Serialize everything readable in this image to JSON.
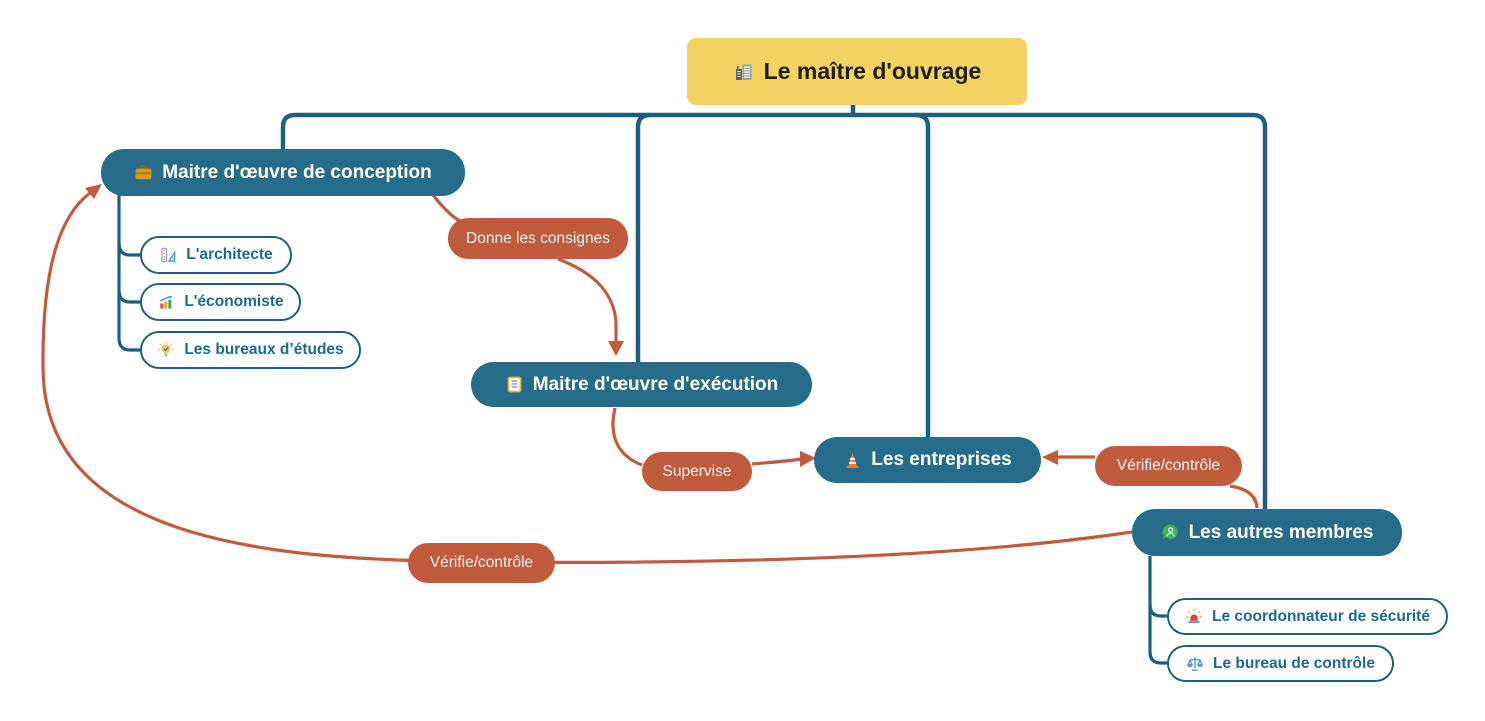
{
  "palette": {
    "root_fill": "#f3d263",
    "root_text": "#1f1e19",
    "branch_fill": "#276c8a",
    "branch_text": "#ffffff",
    "leaf_border": "#235f7b",
    "leaf_text": "#1d6a8c",
    "connector_teal": "#1d607e",
    "edge_orange": "#c15b3e",
    "background": "#ffffff"
  },
  "root": {
    "label": "Le maître d'ouvrage",
    "icon": "building-icon"
  },
  "nodes": [
    {
      "label": "Maitre d'œuvre de conception",
      "icon": "briefcase-icon",
      "children": [
        {
          "label": "L'architecte",
          "icon": "set-square-icon"
        },
        {
          "label": "L'économiste",
          "icon": "chart-increasing-icon"
        },
        {
          "label": "Les bureaux d’études",
          "icon": "lightbulb-icon"
        }
      ]
    },
    {
      "label": "Maitre d'œuvre d'exécution",
      "icon": "ledger-icon"
    },
    {
      "label": "Les entreprises",
      "icon": "traffic-cone-icon"
    },
    {
      "label": "Les autres membres",
      "icon": "person-speech-bubble-icon",
      "children": [
        {
          "label": "Le coordonnateur de sécurité",
          "icon": "siren-icon"
        },
        {
          "label": "Le bureau de contrôle",
          "icon": "balance-scale-icon"
        }
      ]
    }
  ],
  "edges": [
    {
      "from": "Maitre d'œuvre de conception",
      "to": "Maitre d'œuvre d'exécution",
      "label": "Donne les consignes"
    },
    {
      "from": "Maitre d'œuvre d'exécution",
      "to": "Les entreprises",
      "label": "Supervise"
    },
    {
      "from": "Les autres membres",
      "to": "Les entreprises",
      "label": "Vérifie/contrôle"
    },
    {
      "from": "Les autres membres",
      "to": "Maitre d'œuvre de conception",
      "label": "Vérifie/contrôle"
    }
  ]
}
